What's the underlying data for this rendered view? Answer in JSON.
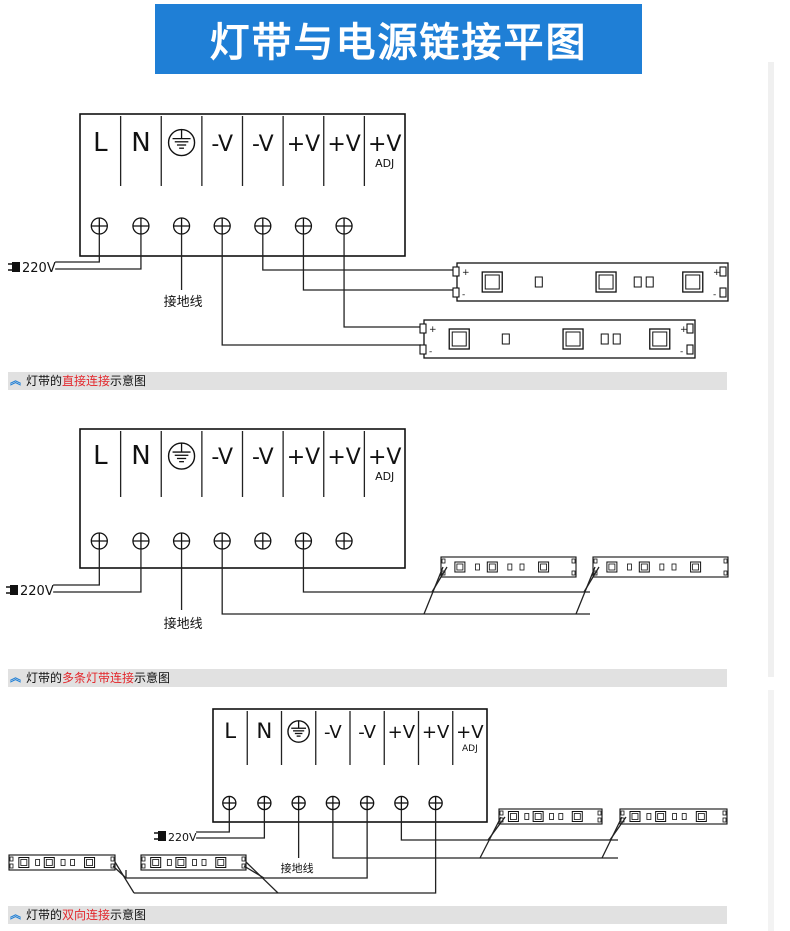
{
  "title": "灯带与电源链接平图",
  "terminals": [
    "L",
    "N",
    "⏚",
    "-V",
    "-V",
    "+V",
    "+V",
    "+V"
  ],
  "adj_label": "ADJ",
  "input_label": "220V",
  "ground_label": "接地线",
  "strip_plus": "+",
  "strip_minus": "-",
  "captions": [
    {
      "prefix": "灯带的",
      "highlight": "直接连接",
      "suffix": "示意图"
    },
    {
      "prefix": "灯带的",
      "highlight": "多条灯带连接",
      "suffix": "示意图"
    },
    {
      "prefix": "灯带的",
      "highlight": "双向连接",
      "suffix": "示意图"
    }
  ],
  "colors": {
    "banner": "#1f7fd6",
    "highlight": "#e3262b",
    "caption_bg": "#e1e1e1"
  }
}
